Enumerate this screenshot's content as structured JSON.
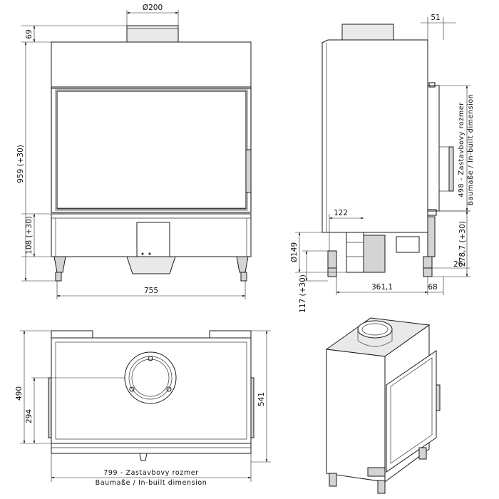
{
  "front_view": {
    "flue_diameter": "Ø200",
    "height_top": "69",
    "height_body": "959 (+30)",
    "height_feet": "108 (+30)",
    "width": "755"
  },
  "side_view": {
    "depth_top": "51",
    "inbuilt_height_line1": "498 - Zastavbovy rozmer",
    "inbuilt_height_line2": "Baumaße / In-built dimension",
    "air_inlet_offset": "122",
    "air_inlet_diameter": "Ø149",
    "air_inlet_height": "117 (+30)",
    "rear_height": "278,7 (+30)",
    "rear_offset": "26",
    "depth_main": "361,1",
    "depth_rear": "68"
  },
  "top_view": {
    "depth_total": "490",
    "flue_offset": "294",
    "depth_side": "541",
    "width_line1": "799 - Zastavbovy rozmer",
    "width_line2": "Baumaße / In-built dimension"
  }
}
